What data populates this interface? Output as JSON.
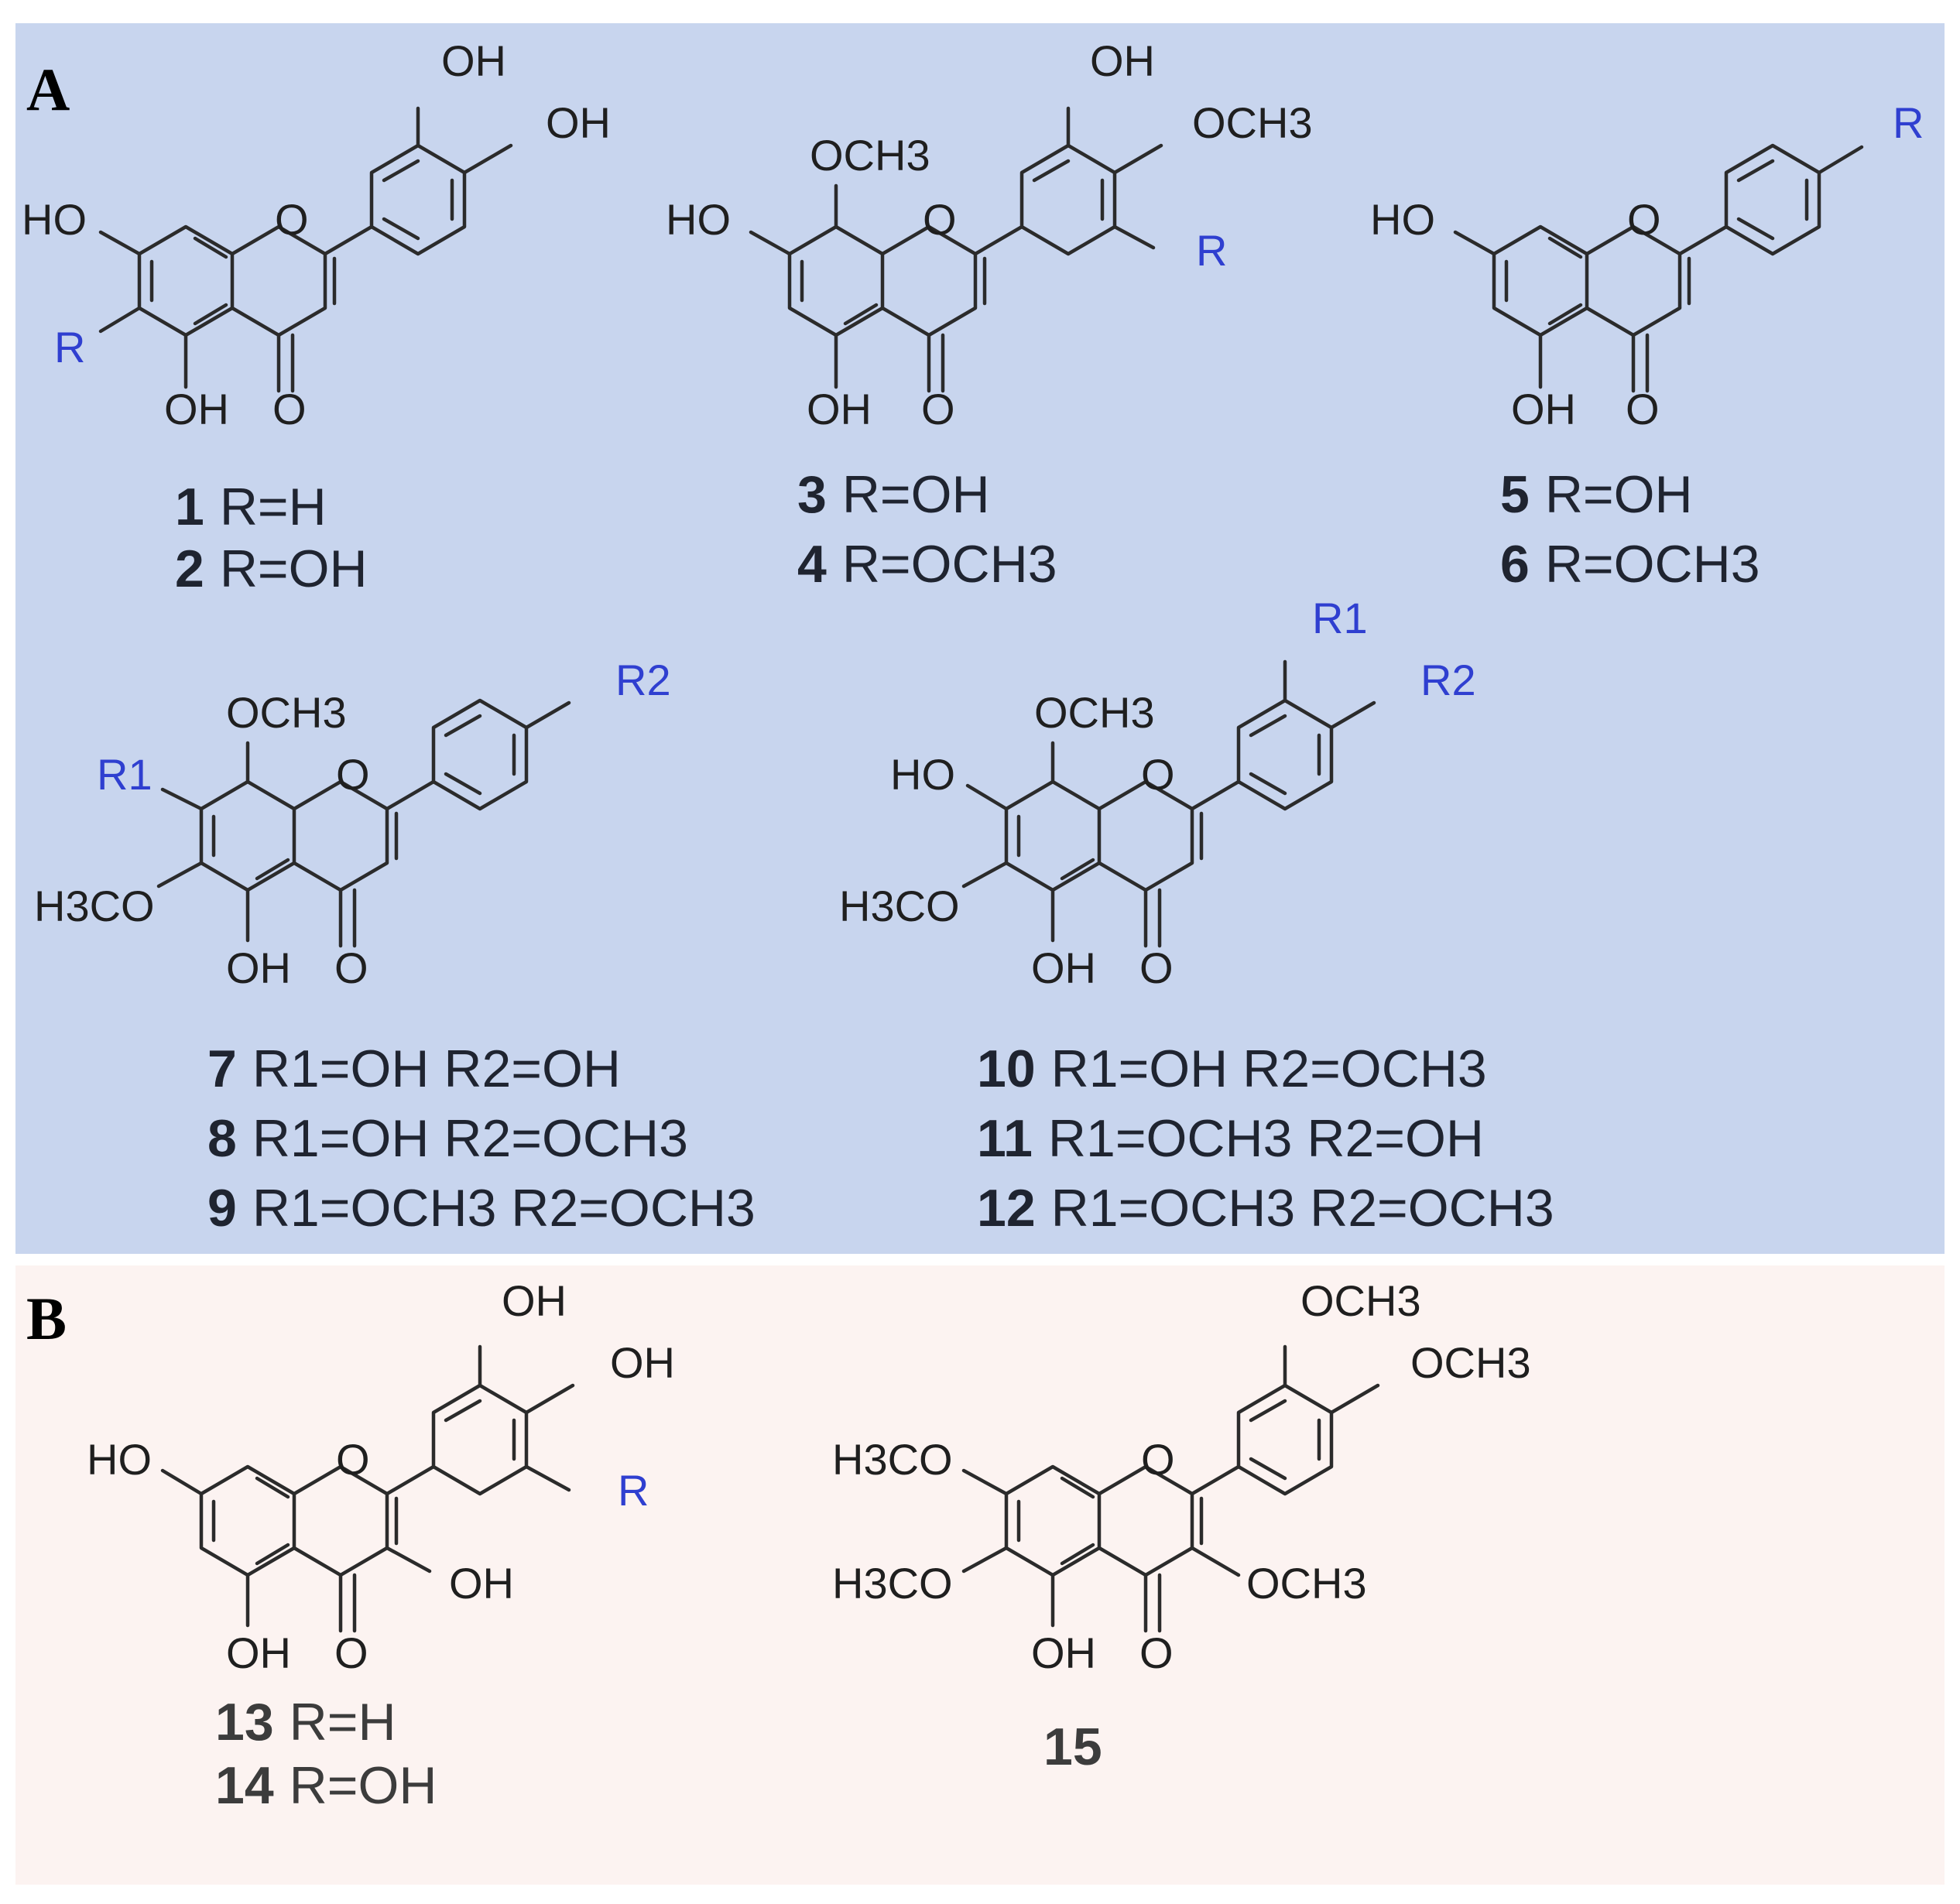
{
  "figure": {
    "panels": [
      {
        "label": "A",
        "background": "#c8d5ee",
        "structures": [
          {
            "key": "s12",
            "atoms": [
              "OH",
              "OH",
              "HO",
              "O",
              "R",
              "OH",
              "O"
            ],
            "captions": [
              {
                "num": "1",
                "text": "R=H"
              },
              {
                "num": "2",
                "text": "R=OH"
              }
            ]
          },
          {
            "key": "s34",
            "atoms": [
              "OH",
              "OCH3",
              "OCH3",
              "HO",
              "O",
              "R",
              "OH",
              "O"
            ],
            "captions": [
              {
                "num": "3",
                "text": "R=OH"
              },
              {
                "num": "4",
                "text": "R=OCH3"
              }
            ]
          },
          {
            "key": "s56",
            "atoms": [
              "R",
              "HO",
              "O",
              "OH",
              "O"
            ],
            "captions": [
              {
                "num": "5",
                "text": "R=OH"
              },
              {
                "num": "6",
                "text": "R=OCH3"
              }
            ]
          },
          {
            "key": "s789",
            "atoms": [
              "OCH3",
              "R2",
              "R1",
              "O",
              "H3CO",
              "OH",
              "O"
            ],
            "captions": [
              {
                "num": "7",
                "text": "R1=OH R2=OH"
              },
              {
                "num": "8",
                "text": "R1=OH R2=OCH3"
              },
              {
                "num": "9",
                "text": "R1=OCH3 R2=OCH3"
              }
            ]
          },
          {
            "key": "s101112",
            "atoms": [
              "R1",
              "OCH3",
              "R2",
              "HO",
              "O",
              "H3CO",
              "OH",
              "O"
            ],
            "captions": [
              {
                "num": "10",
                "text": "R1=OH R2=OCH3"
              },
              {
                "num": "11",
                "text": "R1=OCH3 R2=OH"
              },
              {
                "num": "12",
                "text": "R1=OCH3 R2=OCH3"
              }
            ]
          }
        ]
      },
      {
        "label": "B",
        "background": "#fcf3f1",
        "structures": [
          {
            "key": "s1314",
            "atoms": [
              "OH",
              "OH",
              "HO",
              "O",
              "R",
              "OH",
              "OH",
              "O"
            ],
            "captions": [
              {
                "num": "13",
                "text": "R=H"
              },
              {
                "num": "14",
                "text": "R=OH"
              }
            ]
          },
          {
            "key": "s15",
            "atoms": [
              "OCH3",
              "OCH3",
              "H3CO",
              "O",
              "H3CO",
              "OCH3",
              "OH",
              "O"
            ],
            "captions": [
              {
                "num": "15",
                "text": ""
              }
            ]
          }
        ]
      }
    ],
    "colors": {
      "substituent_r": "#2f3fd0",
      "bond": "#2b2b2b",
      "text": "#1f1f1f"
    }
  }
}
